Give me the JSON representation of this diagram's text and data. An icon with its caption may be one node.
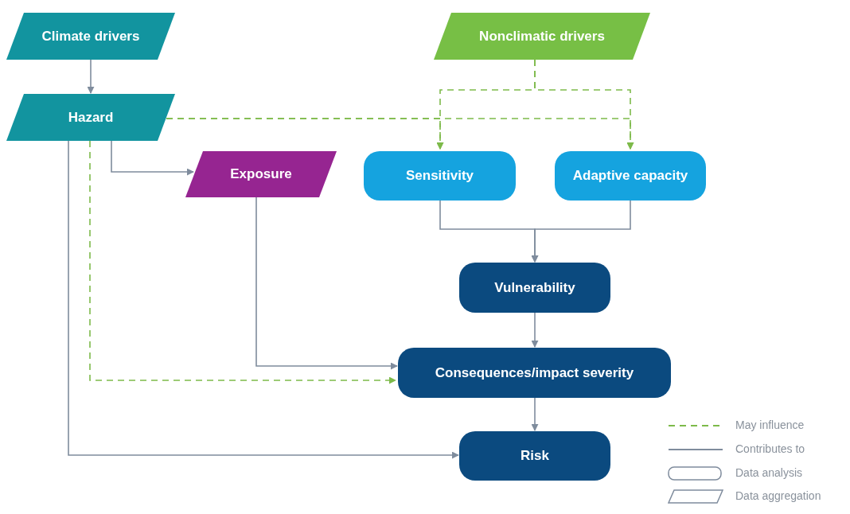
{
  "diagram": {
    "nodes": [
      {
        "text": [
          "Climate drivers"
        ]
      },
      {
        "text": [
          "Hazard"
        ]
      },
      {
        "text": [
          "Nonclimatic drivers"
        ]
      },
      {
        "text": [
          "Exposure"
        ]
      },
      {
        "text": [
          "Sensitivity"
        ]
      },
      {
        "text": [
          "Adaptive capacity"
        ]
      },
      {
        "text": [
          "Vulnerability"
        ]
      },
      {
        "text": [
          "Consequences/impact severity"
        ]
      },
      {
        "text": [
          "Risk"
        ]
      }
    ],
    "edges": [
      {
        "from": 0,
        "to": 1,
        "arrow": "to"
      },
      {
        "from": 1,
        "to": 3,
        "arrow": "to"
      },
      {
        "from": 1,
        "to": 4,
        "arrow": "to",
        "style": "dashed",
        "color": "#7dba4a"
      },
      {
        "from": 1,
        "to": 5,
        "arrow": "to",
        "style": "dashed",
        "color": "#7dba4a"
      },
      {
        "from": 1,
        "to": 7,
        "arrow": "to",
        "style": "dashed",
        "color": "#7dba4a"
      },
      {
        "from": 1,
        "to": 8,
        "arrow": "to"
      },
      {
        "from": 2,
        "to": 4,
        "arrow": "to",
        "style": "dashed",
        "color": "#7dba4a"
      },
      {
        "from": 2,
        "to": 5,
        "arrow": "to",
        "style": "dashed",
        "color": "#7dba4a"
      },
      {
        "from": 3,
        "to": 7,
        "arrow": "to"
      },
      {
        "from": 4,
        "to": 6,
        "arrow": "to"
      },
      {
        "from": 5,
        "to": 6,
        "arrow": "to"
      },
      {
        "from": 6,
        "to": 7,
        "arrow": "to"
      },
      {
        "from": 7,
        "to": 8,
        "arrow": "to"
      }
    ],
    "legend": [
      {
        "text": "May influence"
      },
      {
        "text": "Contributes to"
      },
      {
        "text": "Data analysis"
      },
      {
        "text": "Data aggregation"
      }
    ]
  }
}
